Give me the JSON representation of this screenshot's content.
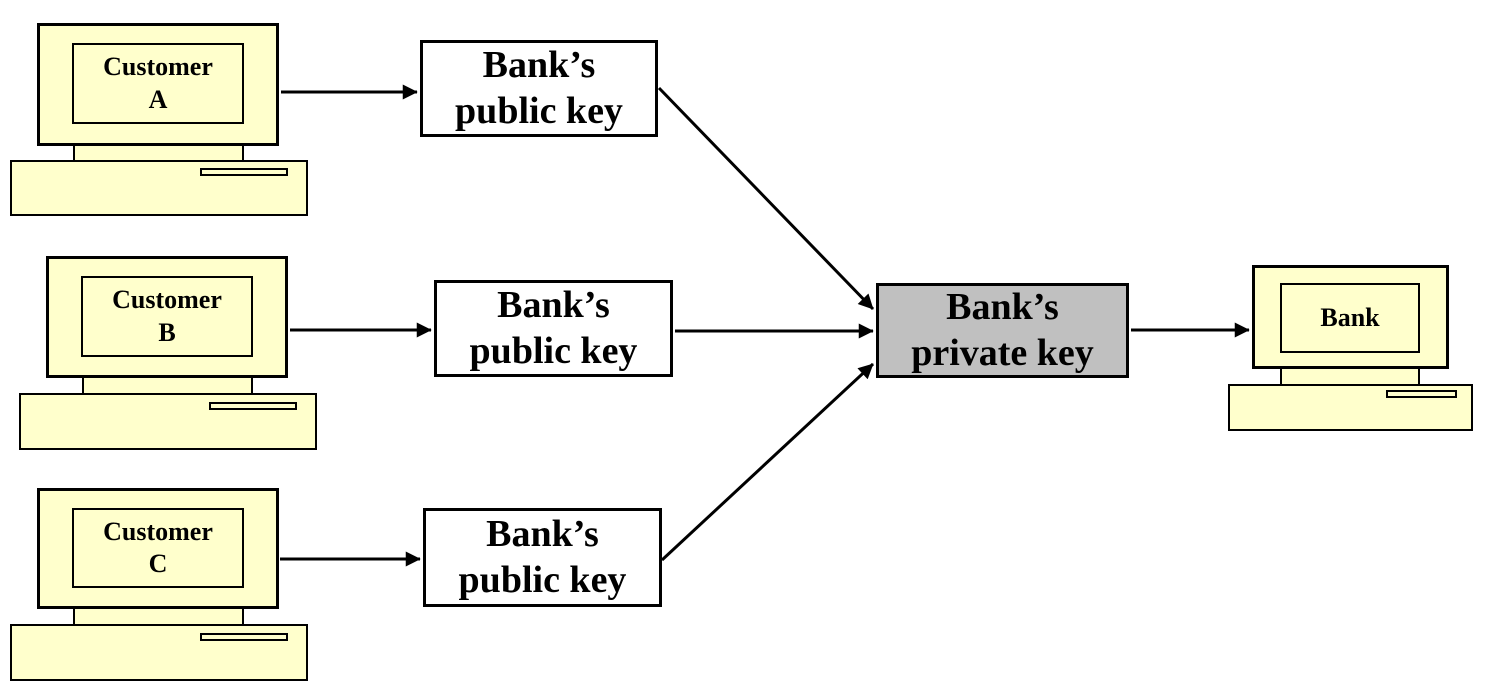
{
  "colors": {
    "computer_fill": "#FFFFCC",
    "key_box_fill": "#FFFFFF",
    "private_key_fill": "#C0C0C0",
    "line": "#000000"
  },
  "computers": [
    {
      "line1": "Customer",
      "line2": "A"
    },
    {
      "line1": "Customer",
      "line2": "B"
    },
    {
      "line1": "Customer",
      "line2": "C"
    },
    {
      "line1": "Bank",
      "line2": ""
    }
  ],
  "key_boxes": [
    {
      "line1": "Bank’s",
      "line2": "public key"
    },
    {
      "line1": "Bank’s",
      "line2": "public key"
    },
    {
      "line1": "Bank’s",
      "line2": "public key"
    },
    {
      "line1": "Bank’s",
      "line2": "private key"
    }
  ]
}
